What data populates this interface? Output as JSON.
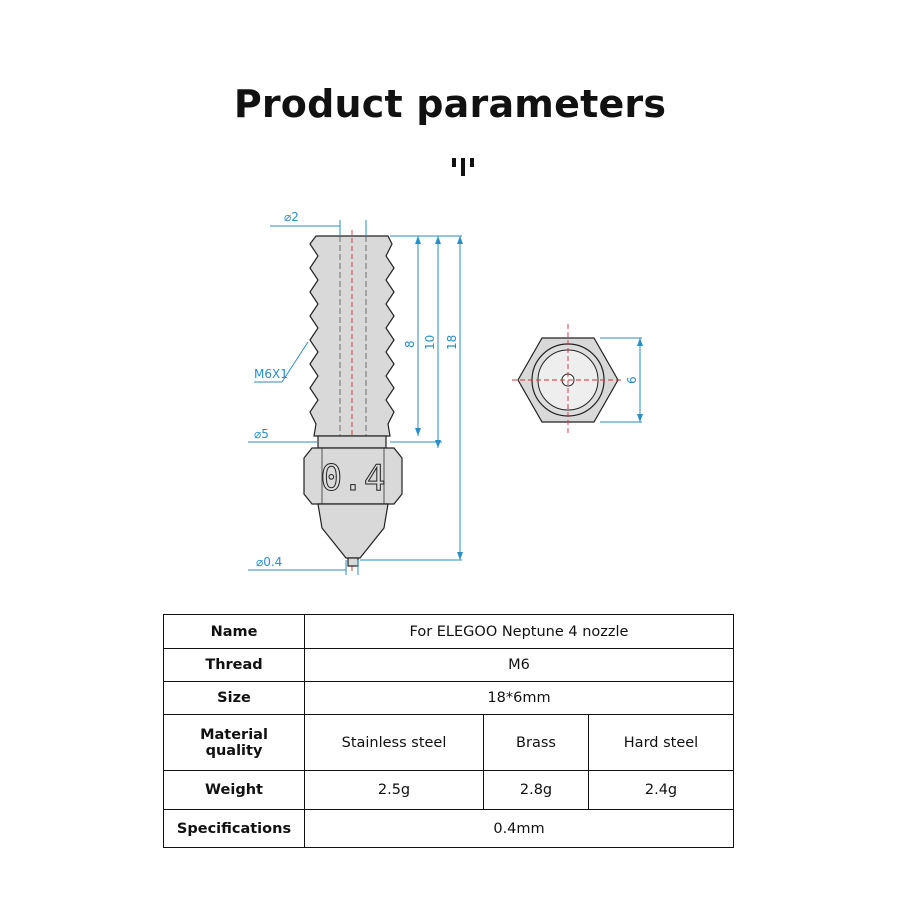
{
  "title": "Product parameters",
  "drawing": {
    "dim_d2": "⌀2",
    "dim_m6": "M6X1",
    "dim_d5": "⌀5",
    "dim_d04": "⌀0.4",
    "dim_8": "8",
    "dim_10": "10",
    "dim_18": "18",
    "dim_6": "6",
    "nozzle_mark": "0.4"
  },
  "table": {
    "name_label": "Name",
    "name_value": "For ELEGOO Neptune 4 nozzle",
    "thread_label": "Thread",
    "thread_value": "M6",
    "size_label": "Size",
    "size_value": "18*6mm",
    "material_label": "Material quality",
    "materials": [
      "Stainless steel",
      "Brass",
      "Hard steel"
    ],
    "weight_label": "Weight",
    "weights": [
      "2.5g",
      "2.8g",
      "2.4g"
    ],
    "spec_label": "Specifications",
    "spec_value": "0.4mm"
  }
}
